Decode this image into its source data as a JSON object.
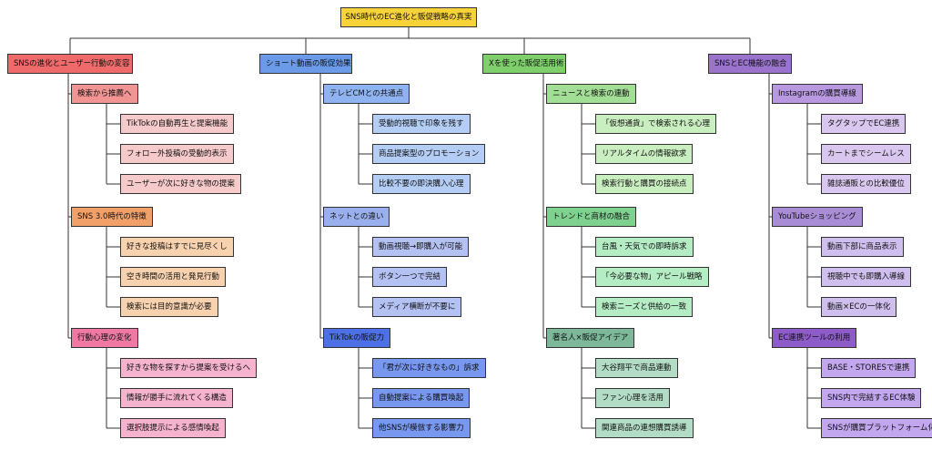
{
  "title": "SNS時代のEC進化と販促戦略の真実",
  "colors": {
    "root": "#f7d238",
    "line": "#333333"
  },
  "branches": [
    {
      "label": "SNSの進化とユーザー行動の変容",
      "color": "#ef6a6a",
      "sub_color": "#f39494",
      "leaf_color": "#f6caca",
      "groups": [
        {
          "label": "検索から推薦へ",
          "color": "#f39494",
          "leaf_color": "#f6caca",
          "items": [
            "TikTokの自動再生と提案機能",
            "フォロー外投稿の受動的表示",
            "ユーザーが次に好きな物の提案"
          ]
        },
        {
          "label": "SNS 3.0時代の特徴",
          "color": "#f2a06a",
          "leaf_color": "#f8d2ae",
          "items": [
            "好きな投稿はすでに見尽くし",
            "空き時間の活用と発見行動",
            "検索には目的意識が必要"
          ]
        },
        {
          "label": "行動心理の変化",
          "color": "#ef79a2",
          "leaf_color": "#f5b3cd",
          "items": [
            "好きな物を探すから提案を受けるへ",
            "情報が勝手に流れてくる構造",
            "選択肢提示による感情喚起"
          ]
        }
      ]
    },
    {
      "label": "ショート動画の販促効果",
      "color": "#6b9ae8",
      "sub_color": "#8fb3f0",
      "leaf_color": "#b3cdf5",
      "groups": [
        {
          "label": "テレビCMとの共通点",
          "color": "#8fb3f0",
          "leaf_color": "#b3cdf5",
          "items": [
            "受動的視聴で印象を残す",
            "商品提案型のプロモーション",
            "比較不要の即決購入心理"
          ]
        },
        {
          "label": "ネットとの違い",
          "color": "#9ab0ee",
          "leaf_color": "#b4c1f3",
          "items": [
            "動画視聴→即購入が可能",
            "ボタン一つで完結",
            "メディア横断が不要に"
          ]
        },
        {
          "label": "TikTokの販促力",
          "color": "#4d70e6",
          "leaf_color": "#7897ee",
          "items": [
            "「君が次に好きなもの」訴求",
            "自動提案による購買喚起",
            "他SNSが模倣する影響力"
          ]
        }
      ]
    },
    {
      "label": "Xを使った販促活用術",
      "color": "#7fcf6c",
      "sub_color": "#a3de96",
      "leaf_color": "#c9eec0",
      "groups": [
        {
          "label": "ニュースと検索の連動",
          "color": "#a3de96",
          "leaf_color": "#c9eec0",
          "items": [
            "「仮想通貨」で検索される心理",
            "リアルタイムの情報欲求",
            "検索行動と購買の接続点"
          ]
        },
        {
          "label": "トレンドと商材の融合",
          "color": "#7fd18f",
          "leaf_color": "#b4ecc4",
          "items": [
            "台風・天気での即時訴求",
            "「今必要な物」アピール戦略",
            "検索ニーズと供給の一致"
          ]
        },
        {
          "label": "著名人×販促アイデア",
          "color": "#7eb89a",
          "leaf_color": "#b2dcc6",
          "items": [
            "大谷翔平で商品連動",
            "ファン心理を活用",
            "関連商品の連想購買誘導"
          ]
        }
      ]
    },
    {
      "label": "SNSとEC機能の融合",
      "color": "#9a73cc",
      "sub_color": "#b899e0",
      "leaf_color": "#d9c7ef",
      "groups": [
        {
          "label": "Instagramの購買導線",
          "color": "#b899e0",
          "leaf_color": "#d9c7ef",
          "items": [
            "タグタップでEC連携",
            "カートまでシームレス",
            "雑誌通販との比較優位"
          ]
        },
        {
          "label": "YouTubeショッピング",
          "color": "#a98cd6",
          "leaf_color": "#cfbfee",
          "items": [
            "動画下部に商品表示",
            "視聴中でも即購入導線",
            "動画×ECの一体化"
          ]
        },
        {
          "label": "EC連携ツールの利用",
          "color": "#8d5cc9",
          "leaf_color": "#c2a6ee",
          "items": [
            "BASE・STORESで連携",
            "SNS内で完結するEC体験",
            "SNSが購買プラットフォーム化"
          ]
        }
      ]
    }
  ]
}
